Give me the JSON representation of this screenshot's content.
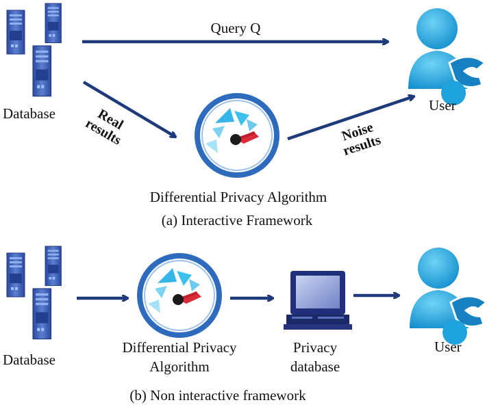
{
  "interactive": {
    "database_label": "Database",
    "query_label": "Query Q",
    "real_results_line1": "Real",
    "real_results_line2": "results",
    "noise_results_line1": "Noise",
    "noise_results_line2": "results",
    "user_label": "User",
    "algorithm_label": "Differential Privacy Algorithm",
    "caption": "(a) Interactive Framework"
  },
  "non_interactive": {
    "database_label": "Database",
    "algorithm_label_line1": "Differential Privacy",
    "algorithm_label_line2": "Algorithm",
    "privacy_db_line1": "Privacy",
    "privacy_db_line2": "database",
    "user_label": "User",
    "caption": "(b) Non interactive framework"
  },
  "colors": {
    "arrow": "#1f3a7a",
    "server_blue": "#3557b0",
    "dial_ring": "#2f6bbd",
    "user_cyan": "#1fa3dc",
    "needle_red": "#d92b3a"
  },
  "icons": [
    "server-stack-icon",
    "privacy-dial-icon",
    "user-icon",
    "computer-terminal-icon"
  ]
}
